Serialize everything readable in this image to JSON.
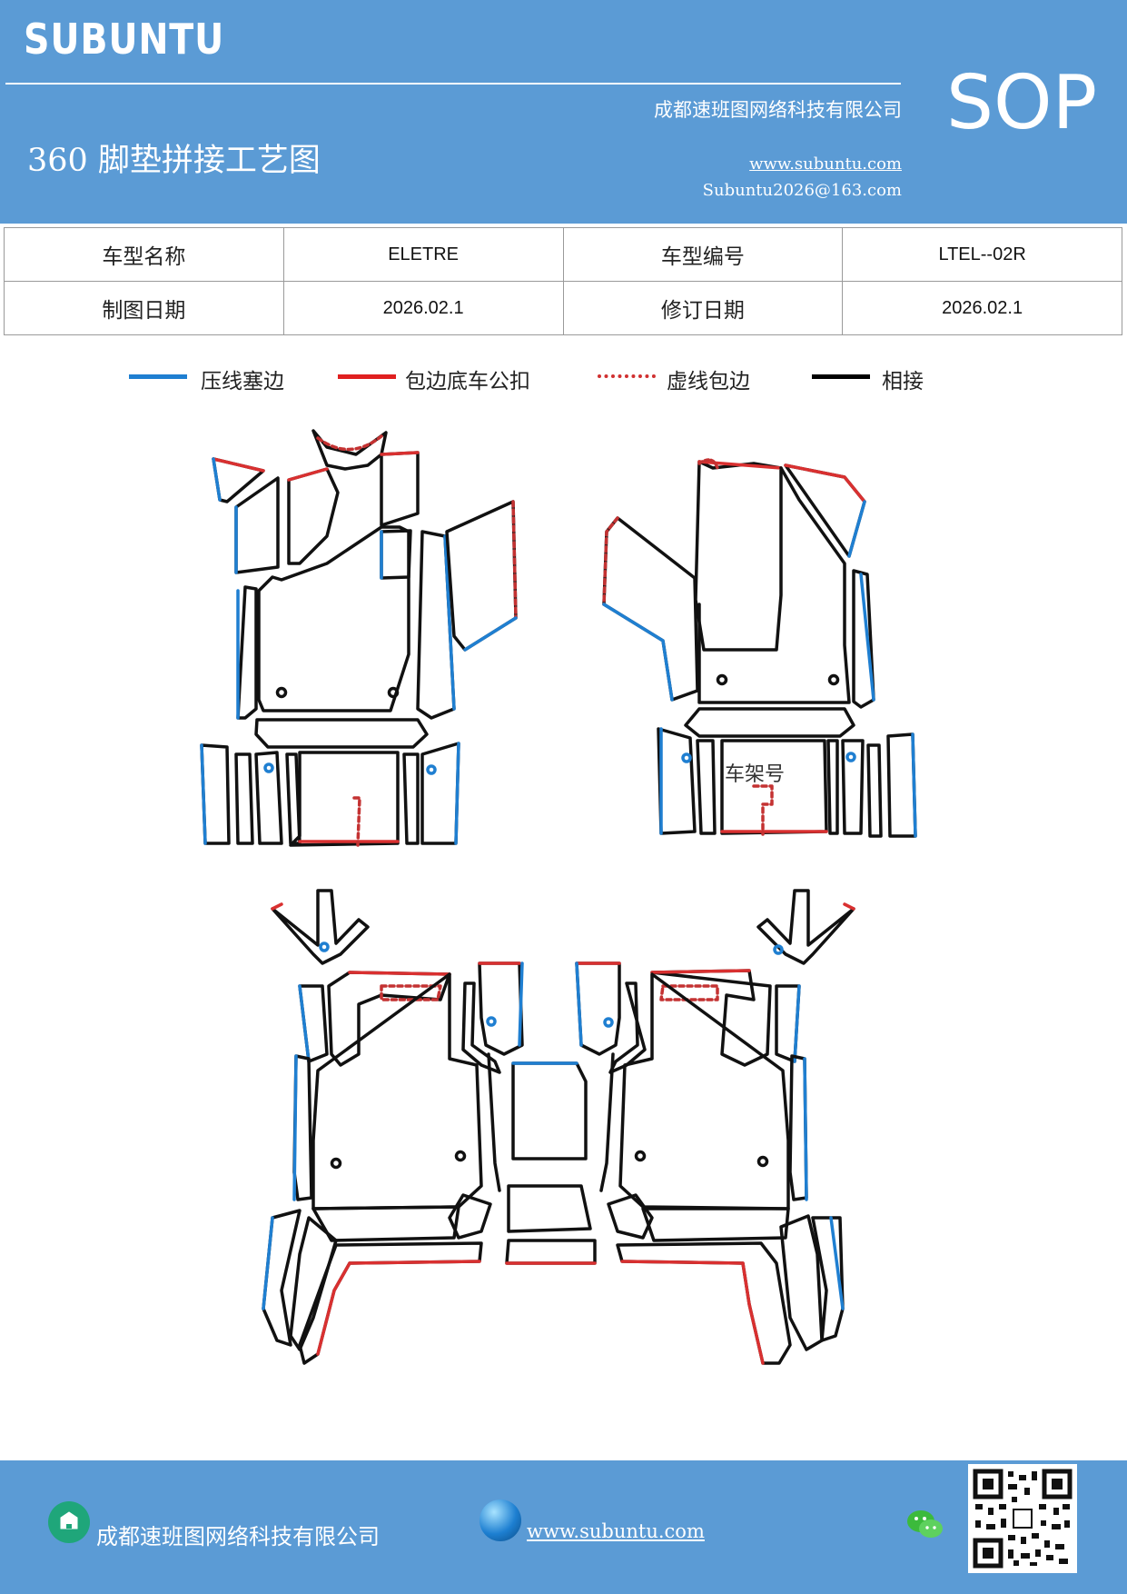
{
  "header": {
    "brand": "SUBUNTU",
    "company": "成都速班图网络科技有限公司",
    "title": "360 脚垫拼接工艺图",
    "website": "www.subuntu.com",
    "email": "Subuntu2026@163.com",
    "sop": "SOP"
  },
  "info": {
    "row1": {
      "label1": "车型名称",
      "value1": "ELETRE",
      "label2": "车型编号",
      "value2": "LTEL--02R"
    },
    "row2": {
      "label1": "制图日期",
      "value1": "2026.02.1",
      "label2": "修订日期",
      "value2": "2026.02.1"
    }
  },
  "legend": [
    {
      "label": "压线塞边",
      "color": "#1f7fd1",
      "style": "solid"
    },
    {
      "label": "包边底车公扣",
      "color": "#e02020",
      "style": "solid"
    },
    {
      "label": "虚线包边",
      "color": "#d03030",
      "style": "dashed"
    },
    {
      "label": "相接",
      "color": "#000000",
      "style": "solid"
    }
  ],
  "diagram": {
    "frame_label": "车架号"
  },
  "footer": {
    "company": "成都速班图网络科技有限公司",
    "website": "www.subuntu.com",
    "icons": [
      "building-icon",
      "globe-icon",
      "wechat-icon",
      "qr-code"
    ]
  }
}
